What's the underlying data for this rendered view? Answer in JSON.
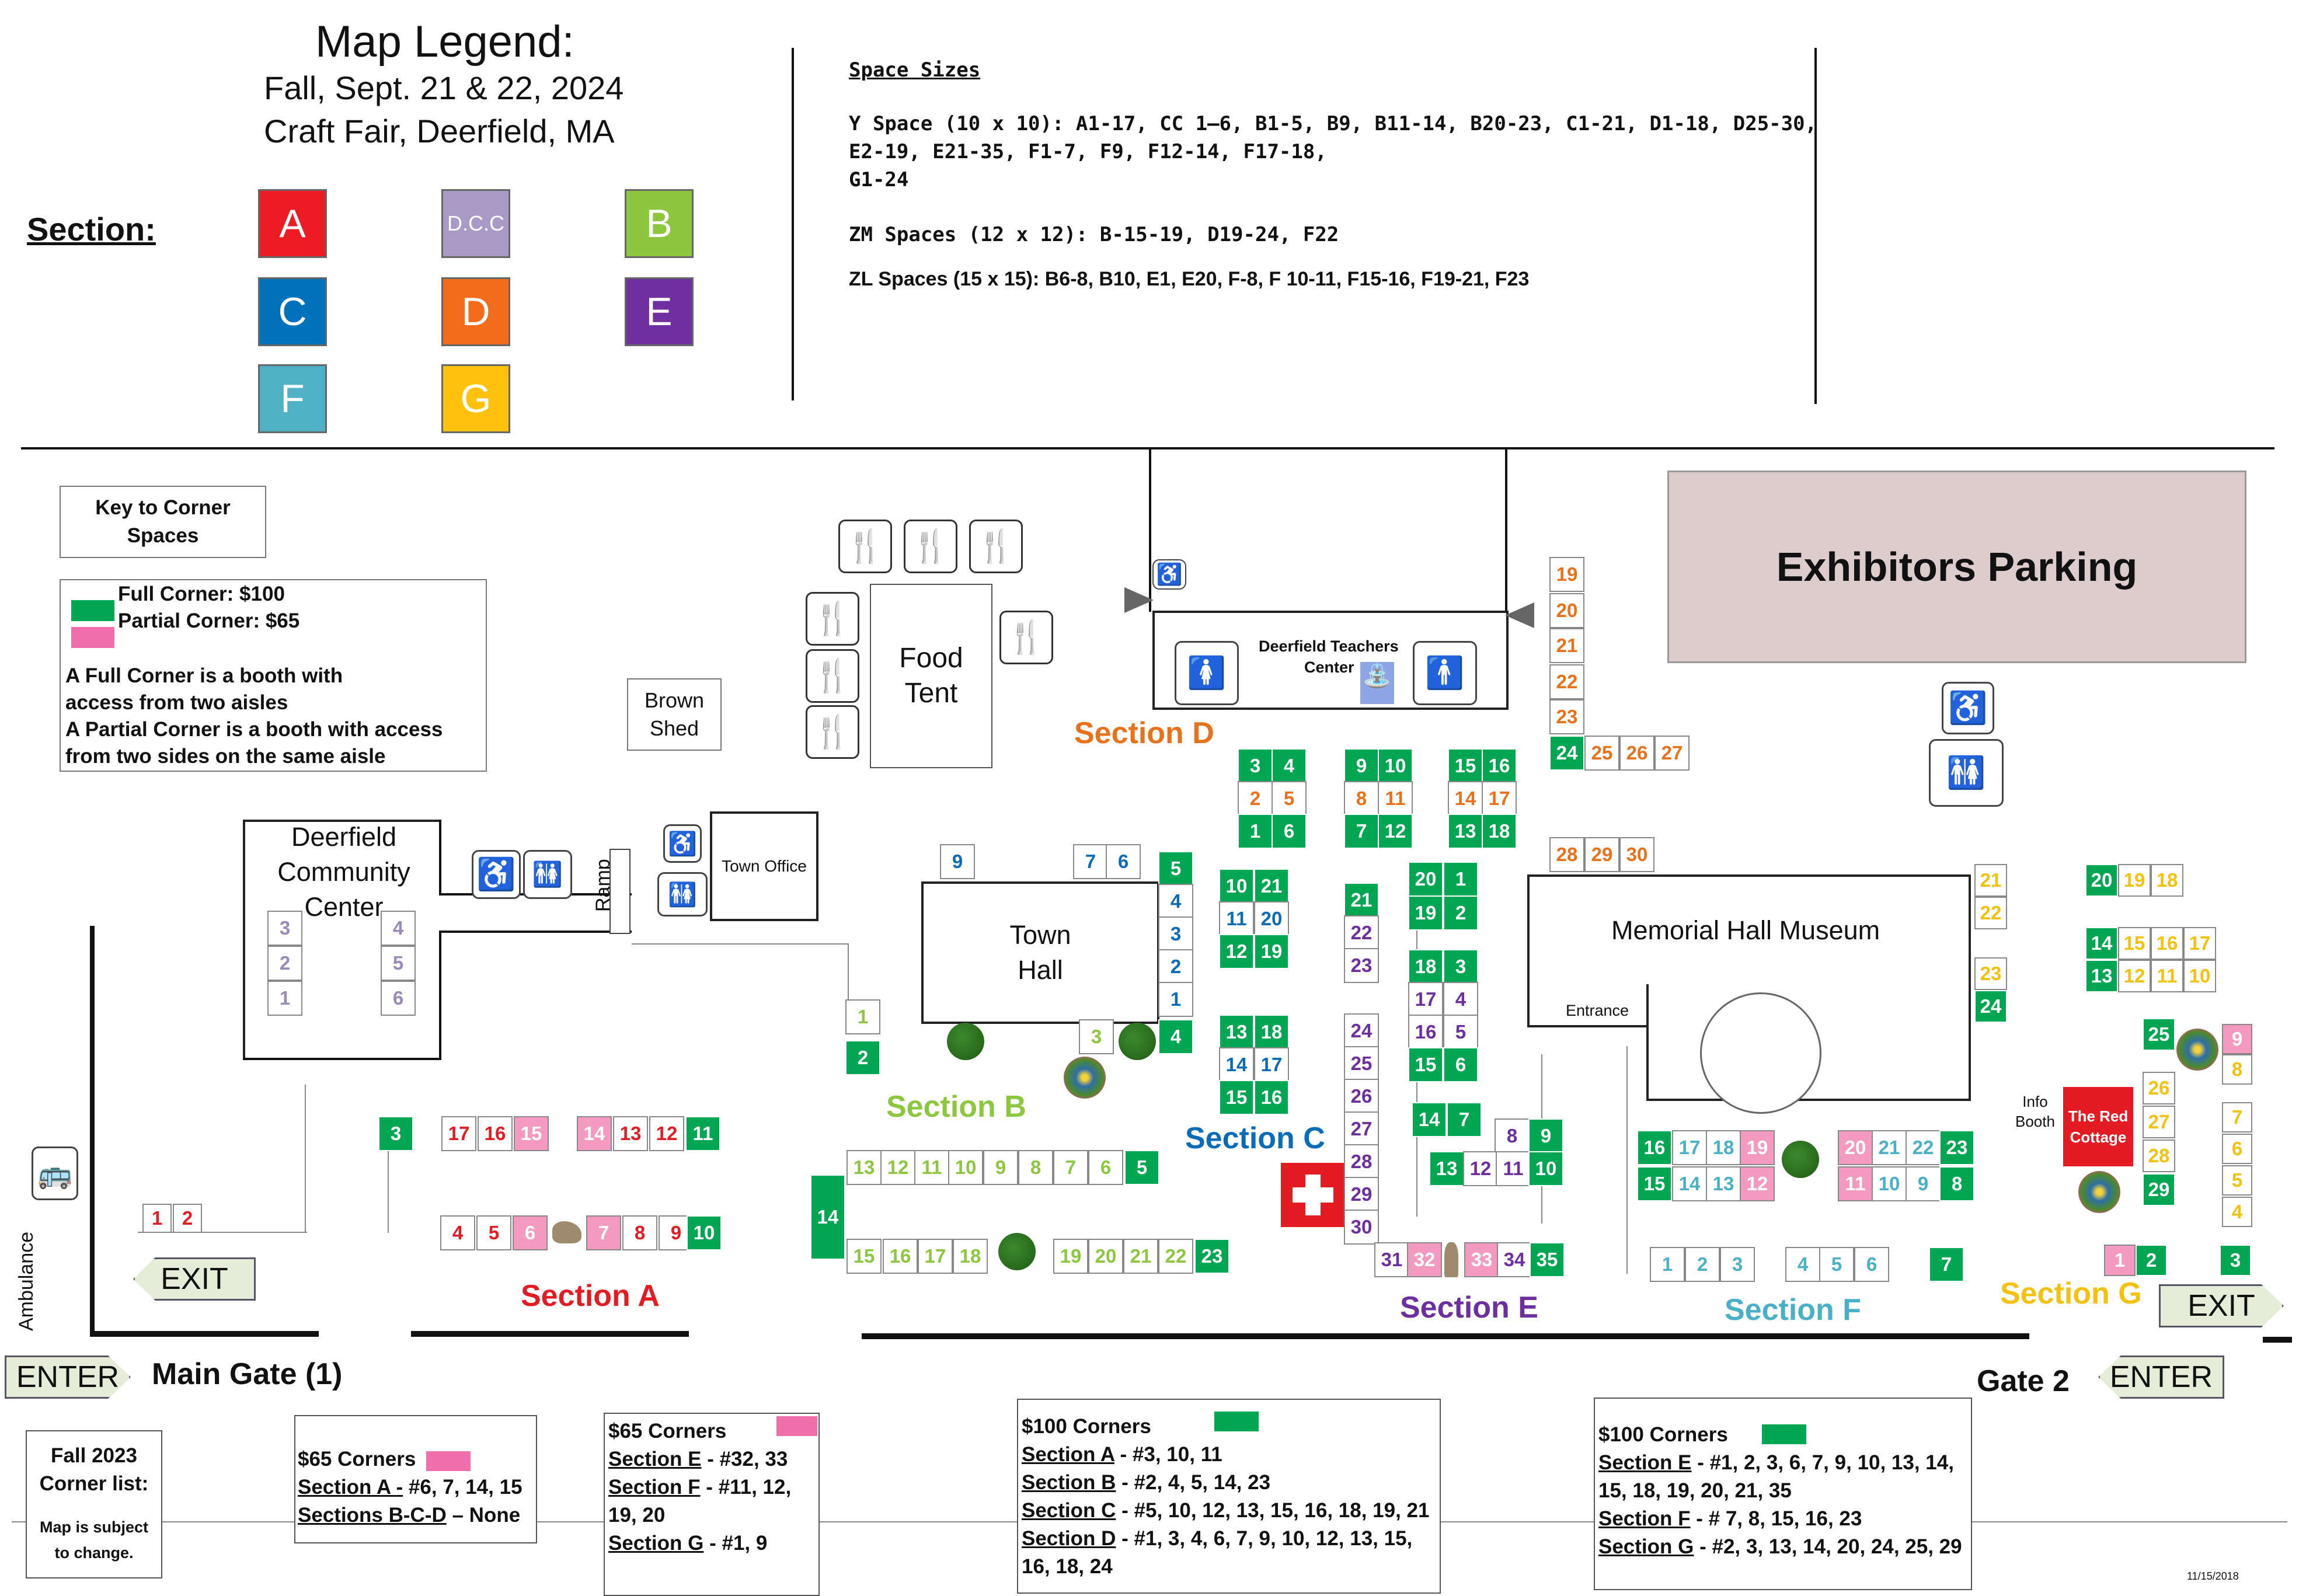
{
  "legend": {
    "title": "Map Legend:",
    "line1": "Fall, Sept. 21 & 22, 2024",
    "line2": "Craft Fair, Deerfield, MA",
    "section_label": "Section:",
    "swatches": [
      {
        "label": "A",
        "color": "#ed1c24"
      },
      {
        "label": "D.C.C",
        "color": "#a899c6"
      },
      {
        "label": "B",
        "color": "#8dc63f"
      },
      {
        "label": "C",
        "color": "#0072bc"
      },
      {
        "label": "D",
        "color": "#f26c1c"
      },
      {
        "label": "E",
        "color": "#7030a0"
      },
      {
        "label": "F",
        "color": "#4fb0c6"
      },
      {
        "label": "G",
        "color": "#ffc20e"
      }
    ]
  },
  "space_sizes": {
    "title": "Space Sizes",
    "y_line1": "Y Space (10 x 10): A1-17, CC 1—6, B1-5, B9, B11-14, B20-23, C1-21, D1-18, D25-30,",
    "y_line2": "E2-19, E21-35, F1-7, F9, F12-14, F17-18,",
    "y_line3": "G1-24",
    "zm": "ZM Spaces (12 x 12): B-15-19, D19-24, F22",
    "zl": "ZL Spaces (15 x 15): B6-8, B10, E1, E20, F-8, F 10-11, F15-16, F19-21, F23"
  },
  "corner_key": {
    "title_l1": "Key to Corner",
    "title_l2": "Spaces",
    "full": "Full Corner: $100",
    "partial": "Partial Corner: $65",
    "desc1": "A Full Corner is a booth with",
    "desc2": "access from two aisles",
    "desc3": "A Partial Corner is a booth with access",
    "desc4": "from two sides on the same aisle",
    "full_color": "#00a651",
    "partial_color": "#f06ea9"
  },
  "places": {
    "brown_shed_l1": "Brown",
    "brown_shed_l2": "Shed",
    "food_tent_l1": "Food",
    "food_tent_l2": "Tent",
    "teachers_l1": "Deerfield Teachers",
    "teachers_l2": "Center",
    "exhibitors_parking": "Exhibitors Parking",
    "dcc_l1": "Deerfield",
    "dcc_l2": "Community",
    "dcc_l3": "Center",
    "ramp": "Ramp",
    "town_office": "Town Office",
    "town_hall_l1": "Town",
    "town_hall_l2": "Hall",
    "memorial_hall": "Memorial Hall Museum",
    "entrance": "Entrance",
    "info_l1": "Info",
    "info_l2": "Booth",
    "red_cottage_l1": "The Red",
    "red_cottage_l2": "Cottage",
    "ambulance": "Ambulance",
    "main_gate": "Main Gate (1)",
    "gate2": "Gate 2",
    "exit": "EXIT",
    "enter": "ENTER"
  },
  "sections": {
    "a": "Section A",
    "b": "Section B",
    "c": "Section C",
    "d": "Section D",
    "e": "Section E",
    "f": "Section F",
    "g": "Section G"
  },
  "corner_list": {
    "title_l1": "Fall 2023",
    "title_l2": "Corner list:",
    "note_l1": "Map is subject",
    "note_l2": "to change.",
    "box65a": {
      "title": "$65 Corners",
      "a_lbl": "Section A -",
      "a_val": " #6, 7, 14, 15",
      "bcd_lbl": "Sections B-C-D",
      "bcd_val": " – None"
    },
    "box65b": {
      "title": "$65 Corners",
      "e_lbl": "Section E",
      "e_val": " - #32, 33",
      "f_lbl": "Section F",
      "f_val": " - #11, 12,",
      "f_val2": "19, 20",
      "g_lbl": "Section G",
      "g_val": " - #1, 9"
    },
    "box100a": {
      "title": "$100 Corners",
      "a_lbl": "Section A",
      "a_val": " - #3, 10, 11",
      "b_lbl": "Section B",
      "b_val": " - #2, 4, 5, 14, 23",
      "c_lbl": "Section C",
      "c_val": " - #5, 10, 12, 13, 15, 16, 18, 19, 21",
      "d_lbl": "Section D",
      "d_val": " - #1, 3, 4, 6, 7, 9, 10, 12, 13, 15,",
      "d_val2": "16, 18, 24"
    },
    "box100b": {
      "title": "$100 Corners",
      "e_lbl": "Section E",
      "e_val": " - #1, 2, 3, 6, 7, 9, 10, 13, 14,",
      "e_val2": "15, 18, 19, 20, 21, 35",
      "f_lbl": "Section F",
      "f_val": " - # 7, 8, 15, 16, 23",
      "g_lbl": "Section G",
      "g_val": " - #2, 3, 13, 14, 20, 24, 25, 29"
    }
  },
  "date_stamp": "11/15/2018"
}
